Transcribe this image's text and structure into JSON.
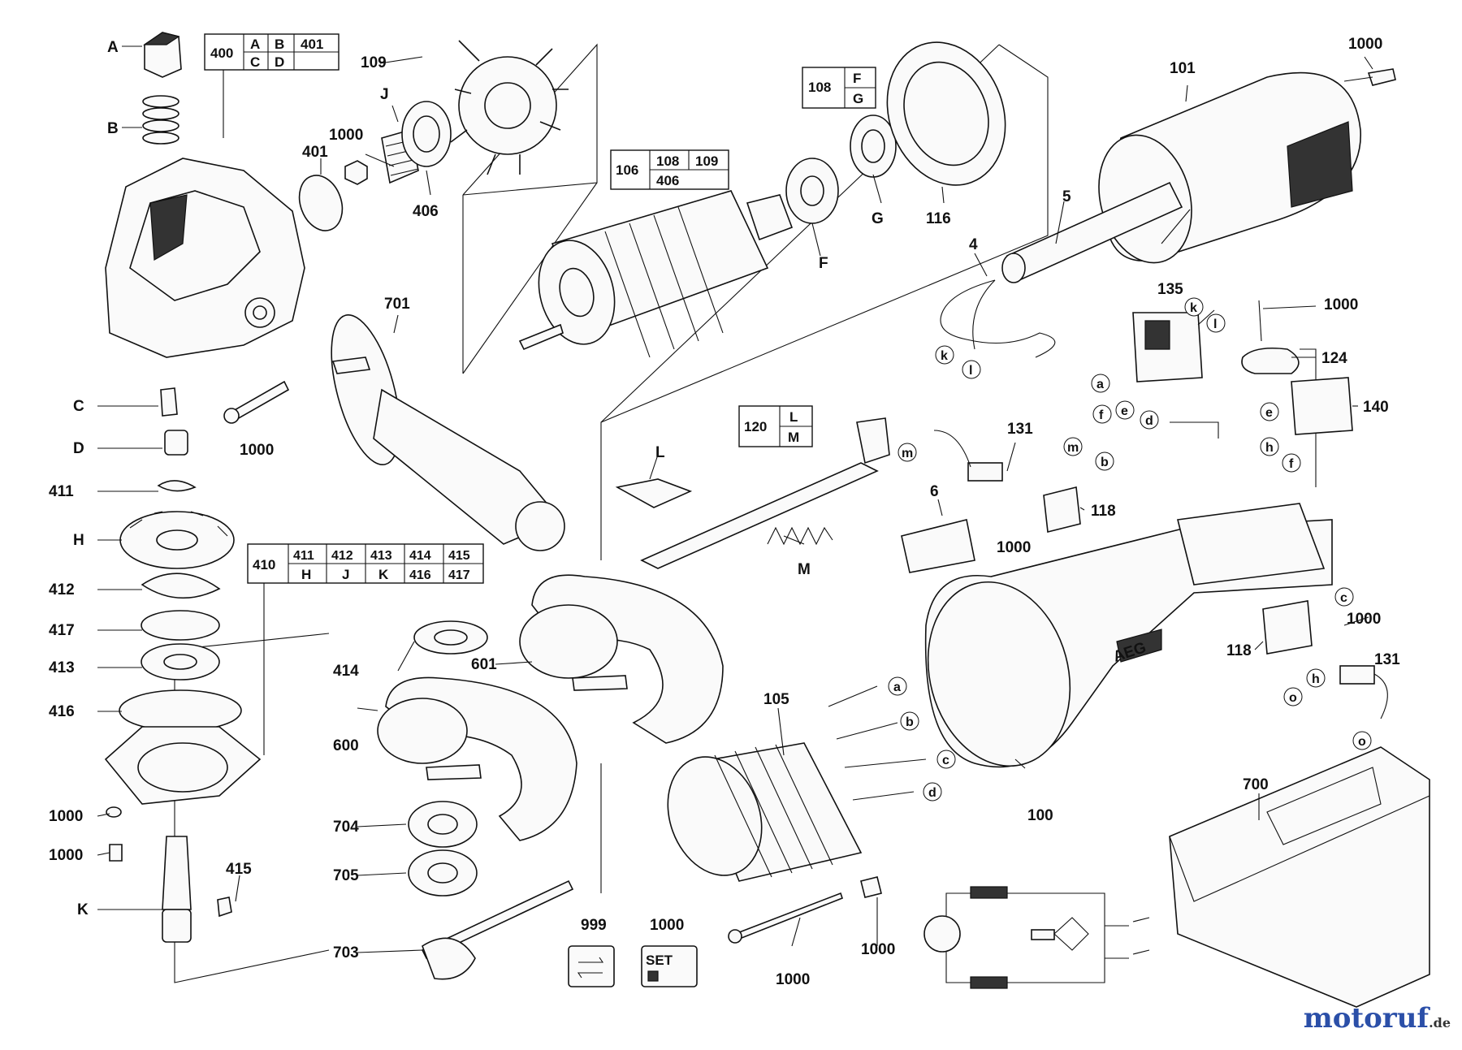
{
  "labels": {
    "A": "A",
    "B": "B",
    "C": "C",
    "D": "D",
    "H": "H",
    "J": "J",
    "K": "K",
    "F": "F",
    "G": "G",
    "L": "L",
    "M": "M",
    "p101": "101",
    "p1000": "1000",
    "p109": "109",
    "p106": "106",
    "p108": "108",
    "p401": "401",
    "p406": "406",
    "p116": "116",
    "p5": "5",
    "p4": "4",
    "p701": "701",
    "p411": "411",
    "p412": "412",
    "p417": "417",
    "p413": "413",
    "p416": "416",
    "p415": "415",
    "p135": "135",
    "p124": "124",
    "p140": "140",
    "p131": "131",
    "p6": "6",
    "p118": "118",
    "p120": "120",
    "p601": "601",
    "p600": "600",
    "p414": "414",
    "p105": "105",
    "p100": "100",
    "p700": "700",
    "p704": "704",
    "p705": "705",
    "p703": "703",
    "p999": "999",
    "a": "a",
    "b": "b",
    "c": "c",
    "d": "d",
    "e": "e",
    "f": "f",
    "h": "h",
    "k": "k",
    "l": "l",
    "m": "m",
    "o": "o",
    "set": "SET",
    "abg": "AEG"
  },
  "tables": {
    "t400": {
      "id": "400",
      "cells": [
        "A",
        "B",
        "401",
        "C",
        "D",
        ""
      ]
    },
    "t108": {
      "id": "108",
      "cells": [
        "F",
        "G"
      ]
    },
    "t106": {
      "id": "106",
      "cells": [
        "108",
        "109",
        "406"
      ]
    },
    "t120": {
      "id": "120",
      "cells": [
        "L",
        "M"
      ]
    },
    "t410": {
      "id": "410",
      "top": [
        "411",
        "412",
        "413",
        "414",
        "415"
      ],
      "bottom": [
        "H",
        "J",
        "K",
        "416",
        "417"
      ]
    }
  },
  "watermark": {
    "main": "motoruf",
    "suffix": ".de"
  }
}
